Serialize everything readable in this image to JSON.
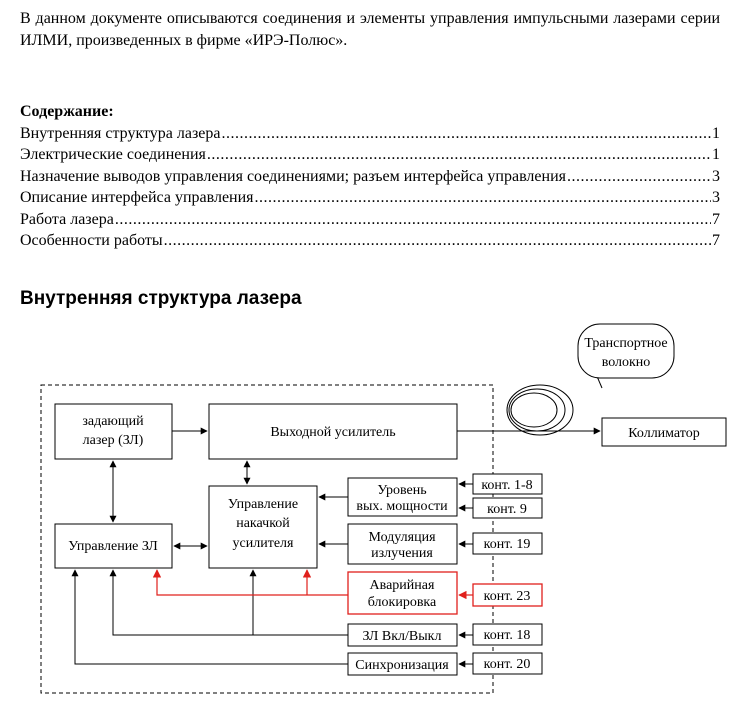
{
  "intro": "В данном документе описываются соединения и элементы управления импульсными лазерами серии ИЛМИ, произведенных в фирме «ИРЭ-Полюс».",
  "toc": {
    "title": "Содержание:",
    "items": [
      {
        "label": "Внутренняя структура лазера",
        "page": "1"
      },
      {
        "label": "Электрические соединения",
        "page": "1"
      },
      {
        "label": "Назначение выводов управления соединениями; разъем интерфейса управления",
        "page": "3"
      },
      {
        "label": "Описание интерфейса управления",
        "page": "3"
      },
      {
        "label": "Работа лазера",
        "page": "7"
      },
      {
        "label": "Особенности работы",
        "page": "7"
      }
    ]
  },
  "section_title": "Внутренняя структура лазера",
  "diagram": {
    "master_laser": [
      "задающий",
      "лазер (ЗЛ)"
    ],
    "output_amplifier": "Выходной усилитель",
    "pump_control": [
      "Управление",
      "накачкой",
      "усилителя"
    ],
    "master_control": "Управление ЗЛ",
    "power_level": [
      "Уровень",
      "вых. мощности"
    ],
    "modulation": [
      "Модуляция",
      "излучения"
    ],
    "emergency": [
      "Аварийная",
      "блокировка"
    ],
    "onoff": "ЗЛ Вкл/Выкл",
    "sync": "Синхронизация",
    "transport_fiber": [
      "Транспортное",
      "волокно"
    ],
    "collimator": "Коллиматор",
    "contacts": {
      "power1": "конт. 1-8",
      "power2": "конт. 9",
      "modulation": "конт. 19",
      "emergency": "конт. 23",
      "onoff": "конт. 18",
      "sync": "конт. 20"
    },
    "colors": {
      "line": "#000000",
      "alarm": "#e0201c"
    }
  }
}
